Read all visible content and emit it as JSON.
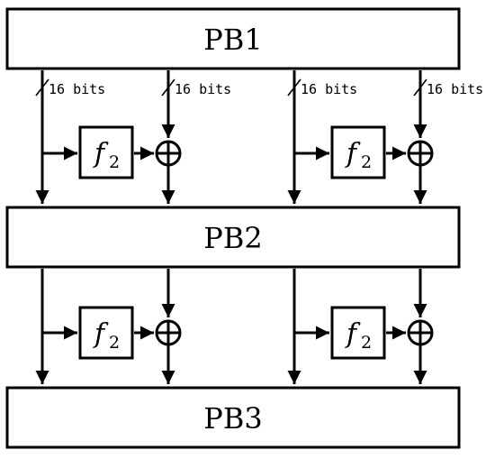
{
  "diagram": {
    "blocks": [
      {
        "id": "pb1",
        "label": "PB1"
      },
      {
        "id": "pb2",
        "label": "PB2"
      },
      {
        "id": "pb3",
        "label": "PB3"
      }
    ],
    "function_label": {
      "symbol": "f",
      "subscript": "2"
    },
    "bus_label": "16 bits",
    "operator": "xor",
    "colors": {
      "stroke": "#000000",
      "fill": "#ffffff"
    }
  }
}
